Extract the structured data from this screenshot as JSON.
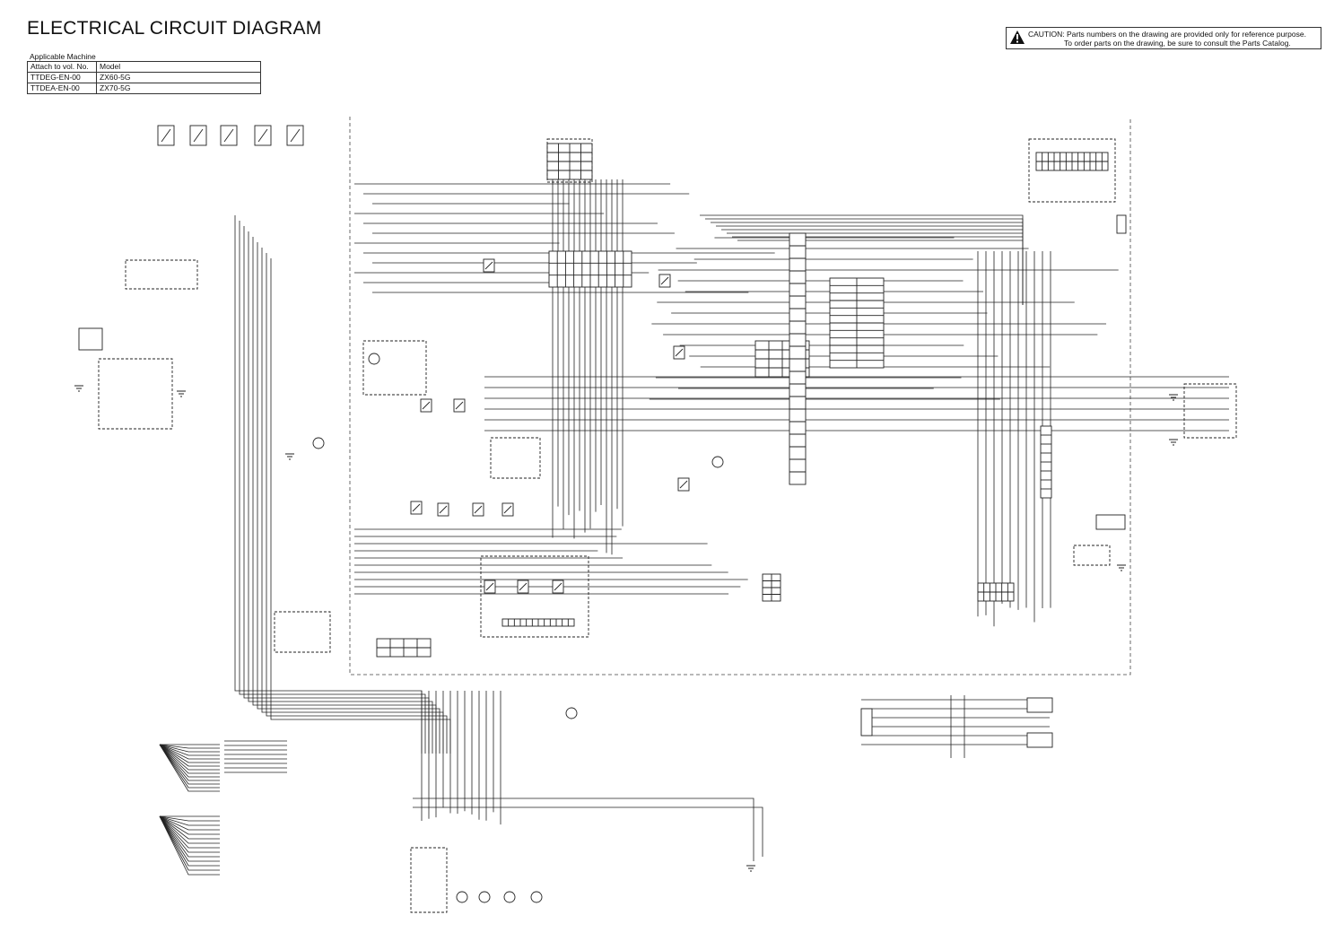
{
  "header": {
    "title": "ELECTRICAL CIRCUIT DIAGRAM",
    "applicable_label": "Applicable Machine"
  },
  "machine_table": {
    "headers": [
      "Attach to vol. No.",
      "Model"
    ],
    "rows": [
      [
        "TTDEG-EN-00",
        "ZX60-5G"
      ],
      [
        "TTDEA-EN-00",
        "ZX70-5G"
      ]
    ]
  },
  "caution": {
    "icon": "warning-triangle-icon",
    "line1": "CAUTION: Parts numbers on the drawing are provided only for reference purpose.",
    "line2": "To order parts on the drawing, be sure to consult the Parts Catalog."
  },
  "colors": {
    "line": "#222222",
    "text": "#111111"
  }
}
